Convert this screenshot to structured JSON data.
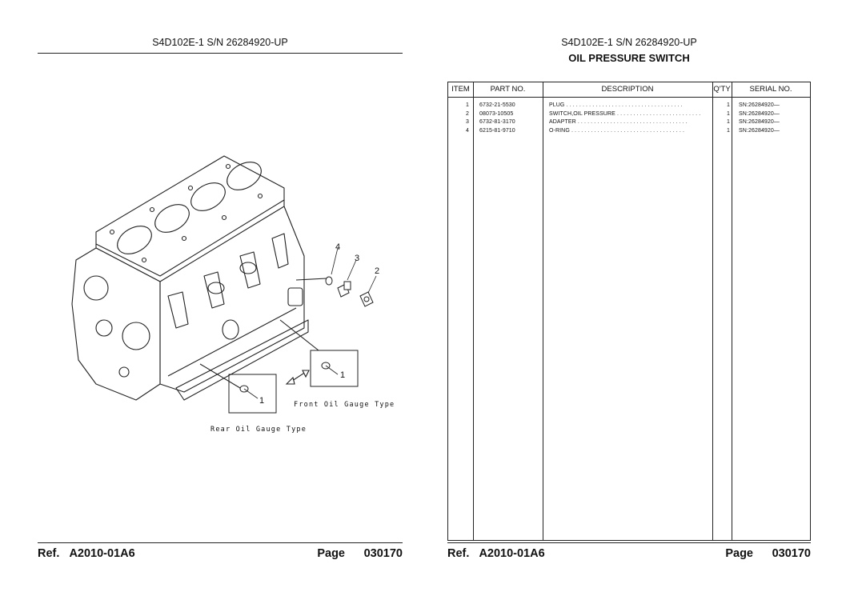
{
  "left_page": {
    "header": "S4D102E-1 S/N 26284920-UP",
    "callouts": [
      "4",
      "3",
      "2",
      "1",
      "1"
    ],
    "labels": {
      "front": "Front Oil Gauge Type",
      "rear": "Rear Oil Gauge Type"
    },
    "footer": {
      "ref_label": "Ref.",
      "ref_value": "A2010-01A6",
      "page_label": "Page",
      "page_value": "030170"
    }
  },
  "right_page": {
    "header": "S4D102E-1 S/N 26284920-UP",
    "title": "OIL PRESSURE SWITCH",
    "table": {
      "columns": [
        "ITEM",
        "PART NO.",
        "DESCRIPTION",
        "Q'TY",
        "SERIAL NO."
      ],
      "rows": [
        {
          "item": "1",
          "part_no": "6732-21-5530",
          "description": "PLUG",
          "qty": "1",
          "serial": "SN:26284920—"
        },
        {
          "item": "2",
          "part_no": "08073-10505",
          "description": "SWITCH,OIL PRESSURE",
          "qty": "1",
          "serial": "SN:26284920—"
        },
        {
          "item": "3",
          "part_no": "6732-81-3170",
          "description": "ADAPTER",
          "qty": "1",
          "serial": "SN:26284920—"
        },
        {
          "item": "4",
          "part_no": "6215-81-9710",
          "description": "O-RING",
          "qty": "1",
          "serial": "SN:26284920—"
        }
      ]
    },
    "footer": {
      "ref_label": "Ref.",
      "ref_value": "A2010-01A6",
      "page_label": "Page",
      "page_value": "030170"
    }
  },
  "icons": [
    "engine-block-illustration",
    "plug-icon",
    "oil-pressure-switch-icon",
    "adapter-icon",
    "o-ring-icon",
    "double-arrow-icon"
  ]
}
